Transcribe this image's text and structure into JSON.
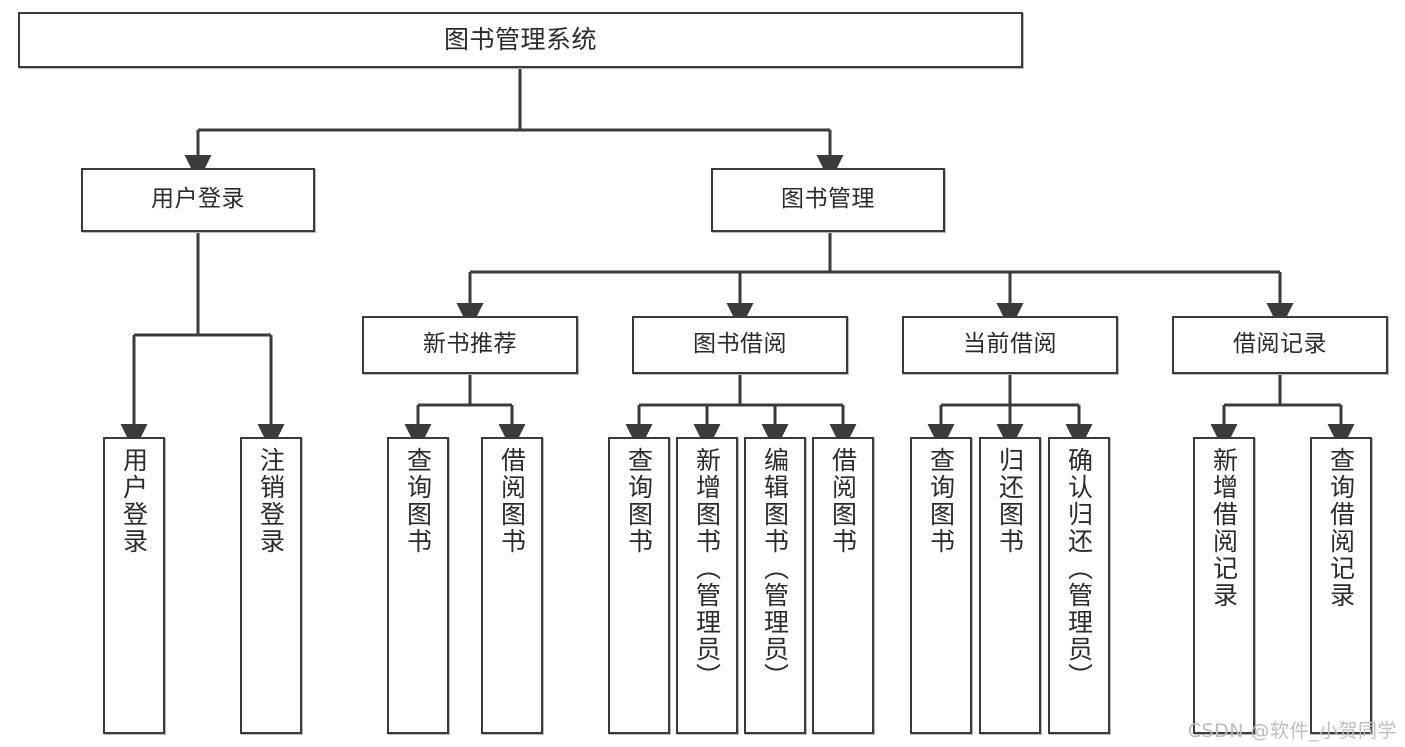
{
  "diagram": {
    "title": "图书管理系统",
    "type": "tree-hierarchy-chart",
    "orientation": "top-down",
    "colors": {
      "box_border": "#3b3b3b",
      "box_fill": "#ffffff",
      "connector": "#3b3b3b",
      "text": "#2b2b2b",
      "watermark": "#bdbdbd"
    }
  },
  "nodes": {
    "root": {
      "label": "图书管理系统",
      "level": 1
    },
    "level2": [
      {
        "id": "user-login",
        "label": "用户登录"
      },
      {
        "id": "book-management",
        "label": "图书管理"
      }
    ],
    "level3": [
      {
        "id": "new-book-recommend",
        "label": "新书推荐"
      },
      {
        "id": "book-borrow",
        "label": "图书借阅"
      },
      {
        "id": "current-borrow",
        "label": "当前借阅"
      },
      {
        "id": "borrow-record",
        "label": "借阅记录"
      }
    ],
    "leaves": {
      "user-login": [
        {
          "id": "leaf-user-login",
          "label": "用户登录"
        },
        {
          "id": "leaf-logout-login",
          "label": "注销登录"
        }
      ],
      "new-book-recommend": [
        {
          "id": "leaf-query-book-1",
          "label": "查询图书"
        },
        {
          "id": "leaf-borrow-book-1",
          "label": "借阅图书"
        }
      ],
      "book-borrow": [
        {
          "id": "leaf-query-book-2",
          "label": "查询图书"
        },
        {
          "id": "leaf-add-book-admin",
          "label": "新增图书（管理员）"
        },
        {
          "id": "leaf-edit-book-admin",
          "label": "编辑图书（管理员）"
        },
        {
          "id": "leaf-borrow-book-2",
          "label": "借阅图书"
        }
      ],
      "current-borrow": [
        {
          "id": "leaf-query-book-3",
          "label": "查询图书"
        },
        {
          "id": "leaf-return-book",
          "label": "归还图书"
        },
        {
          "id": "leaf-confirm-return-admin",
          "label": "确认归还（管理员）"
        }
      ],
      "borrow-record": [
        {
          "id": "leaf-add-borrow-record",
          "label": "新增借阅记录"
        },
        {
          "id": "leaf-query-borrow-record",
          "label": "查询借阅记录"
        }
      ]
    }
  },
  "watermark": {
    "text": "CSDN @软件_小贺同学"
  }
}
